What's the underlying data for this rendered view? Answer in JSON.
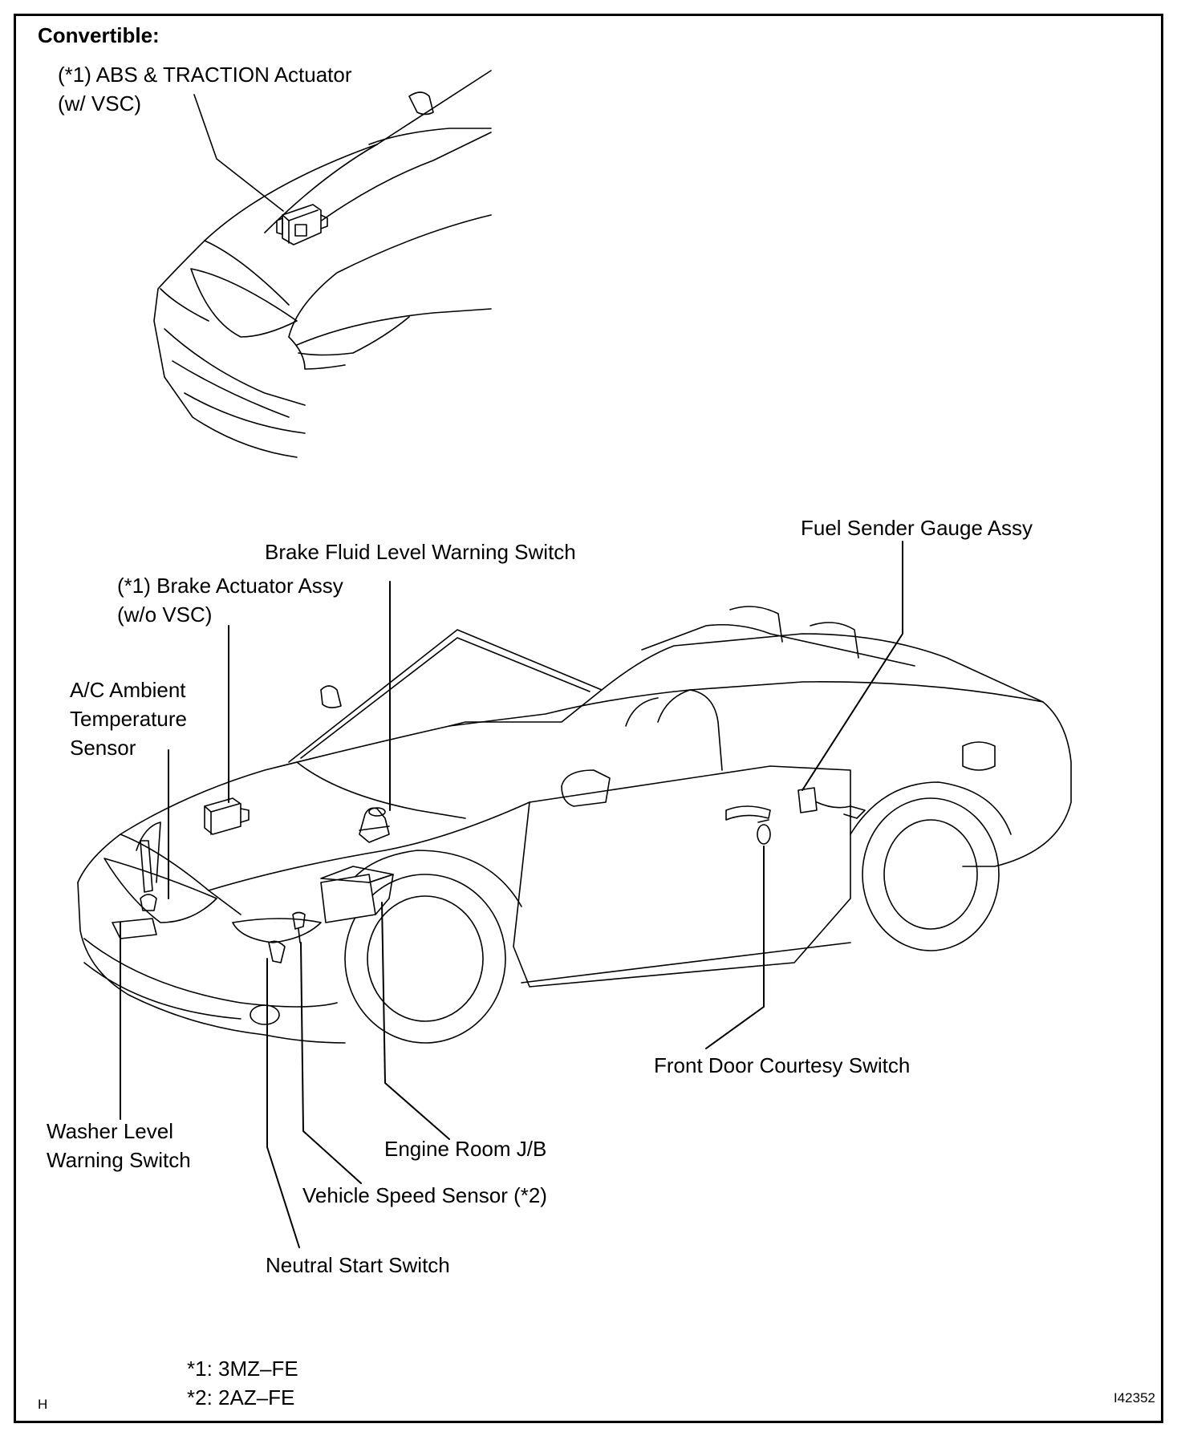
{
  "title": "Convertible:",
  "labels": {
    "abs_actuator": [
      "(*1) ABS & TRACTION Actuator",
      "(w/ VSC)"
    ],
    "brake_fluid": "Brake Fluid Level Warning Switch",
    "brake_actuator": [
      "(*1) Brake Actuator Assy",
      "(w/o VSC)"
    ],
    "fuel_sender": "Fuel Sender Gauge Assy",
    "ac_ambient": [
      "A/C Ambient",
      "Temperature",
      "Sensor"
    ],
    "front_door": "Front Door Courtesy Switch",
    "washer_level": [
      "Washer Level",
      "Warning Switch"
    ],
    "engine_room": "Engine Room J/B",
    "vehicle_speed": "Vehicle Speed Sensor (*2)",
    "neutral_start": "Neutral Start Switch"
  },
  "footnotes": [
    "*1: 3MZ–FE",
    "*2: 2AZ–FE"
  ],
  "corner_letter": "H",
  "figure_id": "I42352"
}
